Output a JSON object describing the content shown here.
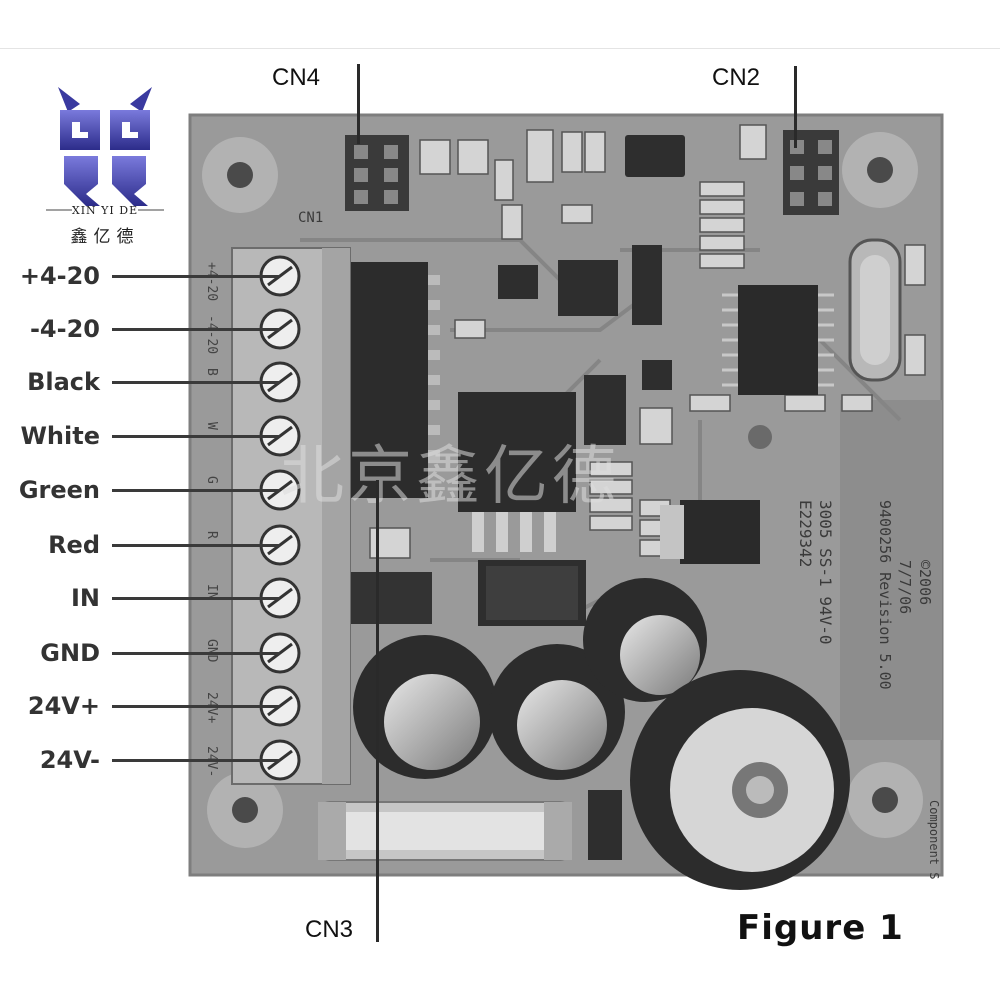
{
  "logo": {
    "subtitle": "XIN YI DE",
    "chinese": "鑫亿德"
  },
  "connectors": {
    "cn4": "CN4",
    "cn2": "CN2",
    "cn3": "CN3"
  },
  "terminal_labels": [
    "+4-20",
    "-4-20",
    "Black",
    "White",
    "Green",
    "Red",
    "IN",
    "GND",
    "24V+",
    "24V-"
  ],
  "watermark": "北京鑫亿德",
  "figure_caption": "Figure 1",
  "board_silkscreen": {
    "cn1": "CN1",
    "copyright": "©2006",
    "date": "7/7/06",
    "part": "9400256 Revision 5.00",
    "rating": "3005  SS-1 94V-0",
    "cert": "E229342",
    "side": "Component S",
    "pin_marks": [
      "+4-20",
      "-4-20",
      "B",
      "W",
      "G",
      "R",
      "IN",
      "GND",
      "24V+",
      "24V-"
    ]
  },
  "colors": {
    "board": "#9a9a9a",
    "terminal_block": "#b8b8b8",
    "leader": "#3a3a3a"
  }
}
